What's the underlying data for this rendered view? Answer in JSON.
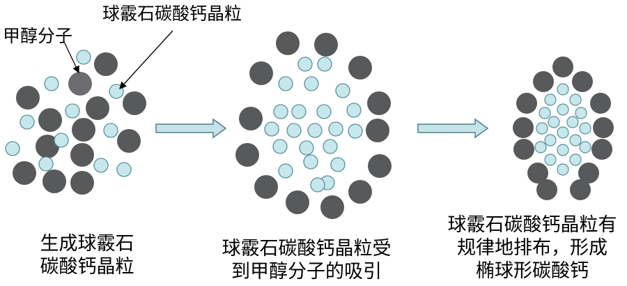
{
  "colors": {
    "vaterite_grain": "#58595b",
    "vaterite_grain_highlight": "#6b6d70",
    "methanol_fill": "#c6e7ec",
    "methanol_stroke": "#5a8e96",
    "arrow_fill": "#c4e4e9",
    "arrow_stroke": "#4e7f87",
    "text": "#000000"
  },
  "labels": {
    "methanol_molecule": "甲醇分子",
    "vaterite_grain": "球霰石碳酸钙晶粒"
  },
  "captions": {
    "stage1": [
      "生成球霰石",
      "碳酸钙晶粒"
    ],
    "stage2": [
      "球霰石碳酸钙晶粒受",
      "到甲醇分子的吸引"
    ],
    "stage3": [
      "球霰石碳酸钙晶粒有",
      "规律地排布，形成",
      "椭球形碳酸钙"
    ]
  },
  "icons": {
    "grain": "dark-gray-circle",
    "molecule": "light-cyan-circle",
    "arrow": "right-arrow"
  }
}
